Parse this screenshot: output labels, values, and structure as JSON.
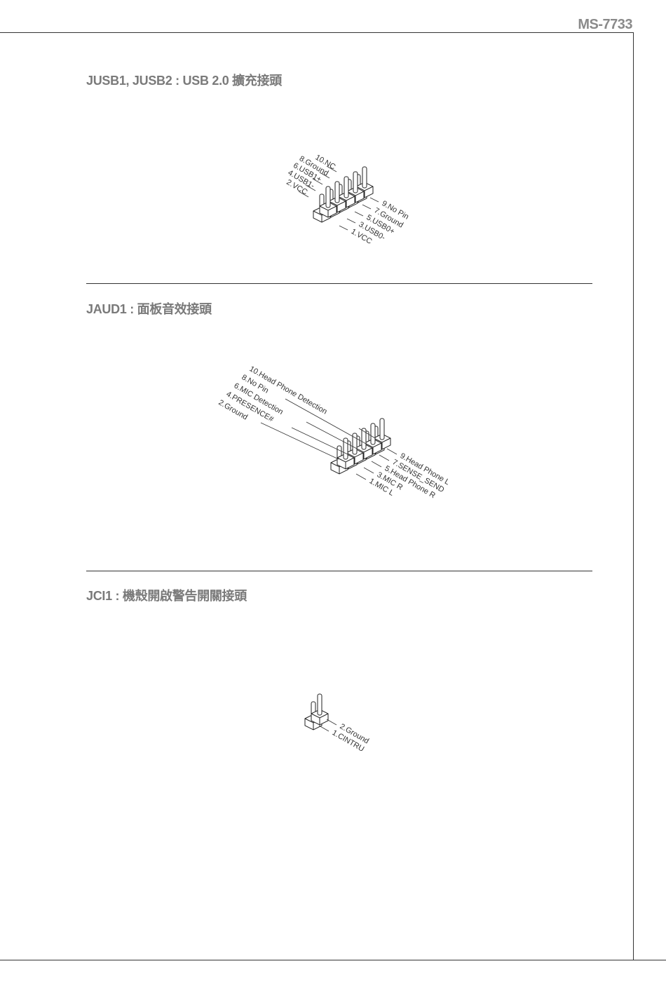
{
  "header": {
    "model": "MS-7733"
  },
  "sections": [
    {
      "title": "JUSB1, JUSB2 : USB 2.0 擴充接頭",
      "left_pins": [
        "10.NC",
        "8.Ground",
        "6.USB1+",
        "4.USB1-",
        "2.VCC"
      ],
      "right_pins": [
        "9.No Pin",
        "7.Ground",
        "5.USB0+",
        "3.USB0-",
        "1.VCC"
      ]
    },
    {
      "title": "JAUD1 : 面板音效接頭",
      "left_pins": [
        "10.Head Phone Detection",
        "8.No Pin",
        "6.MIC Detection",
        "4.PRESENCE#",
        "2.Ground"
      ],
      "right_pins": [
        "9.Head Phone L",
        "7.SENSE_SEND",
        "5.Head Phone R",
        "3.MIC R",
        "1.MIC L"
      ]
    },
    {
      "title": "JCI1 : 機殼開啟警告開關接頭",
      "right_pins": [
        "2.Ground",
        "1.CINTRU"
      ]
    }
  ]
}
